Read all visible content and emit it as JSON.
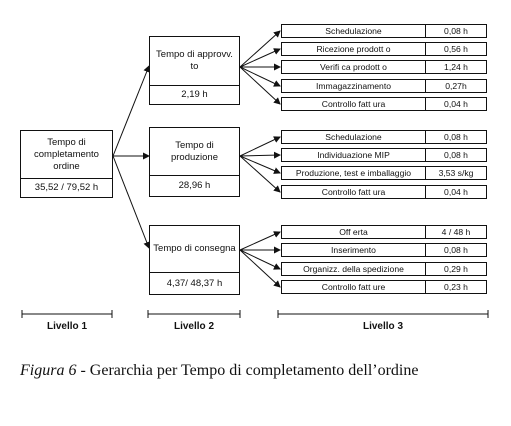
{
  "level1": {
    "title": "Tempo di completamento ordine",
    "value": "35,52 / 79,52 h"
  },
  "level2": [
    {
      "title": "Tempo di approvv. to",
      "value": "2,19 h"
    },
    {
      "title": "Tempo di produzione",
      "value": "28,96 h"
    },
    {
      "title": "Tempo di consegna",
      "value": "4,37/ 48,37 h"
    }
  ],
  "level3": [
    [
      {
        "label": "Schedulazione",
        "value": "0,08 h"
      },
      {
        "label": "Ricezione prodott   o",
        "value": "0,56 h"
      },
      {
        "label": "Verifi   ca prodott   o",
        "value": "1,24 h"
      },
      {
        "label": "Immagazzinamento",
        "value": "0,27h"
      },
      {
        "label": "Controllo fatt   ura",
        "value": "0,04 h"
      }
    ],
    [
      {
        "label": "Schedulazione",
        "value": "0,08 h"
      },
      {
        "label": "Individuazione MIP",
        "value": "0,08 h"
      },
      {
        "label": "Produzione, test e imballaggio",
        "value": "3,53 s/kg"
      },
      {
        "label": "Controllo fatt   ura",
        "value": "0,04 h"
      }
    ],
    [
      {
        "label": "Off   erta",
        "value": "4 / 48 h"
      },
      {
        "label": "Inserimento",
        "value": "0,08 h"
      },
      {
        "label": "Organizz. della spedizione",
        "value": "0,29 h"
      },
      {
        "label": "Controllo fatt   ure",
        "value": "0,23 h"
      }
    ]
  ],
  "levels": [
    "Livello 1",
    "Livello 2",
    "Livello 3"
  ],
  "caption": {
    "figure": "Figura 6",
    "text": " - Gerarchia per Tempo di completamento dell’ordine"
  }
}
